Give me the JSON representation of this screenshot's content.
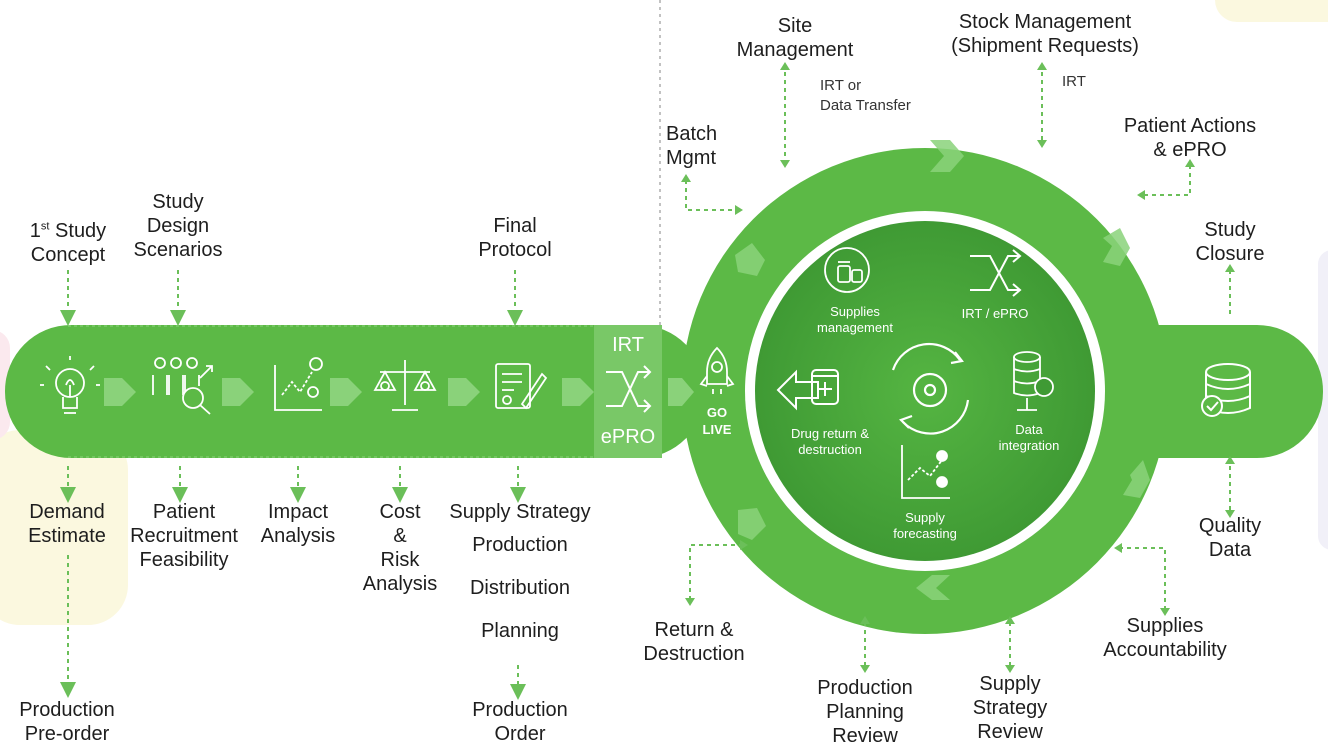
{
  "colors": {
    "green": "#5cb946",
    "green_dark": "#3f9a34",
    "green_light": "#8ad27a",
    "arrow_dashed": "#6bbf59",
    "bg_cream": "#fbf8df",
    "bg_pink": "#fbe9ee",
    "bg_lavender": "#f1f0f8",
    "text": "#1e1e1e"
  },
  "pre_study": {
    "top_labels": [
      {
        "lines": [
          "1st Study",
          "Concept"
        ],
        "superscript": "st"
      },
      {
        "lines": [
          "Study",
          "Design",
          "Scenarios"
        ]
      },
      {
        "lines": [
          "Final",
          "Protocol"
        ]
      }
    ],
    "bottom_labels": [
      {
        "lines": [
          "Demand",
          "Estimate"
        ]
      },
      {
        "lines": [
          "Patient",
          "Recruitment",
          "Feasibility"
        ]
      },
      {
        "lines": [
          "Impact",
          "Analysis"
        ]
      },
      {
        "lines": [
          "Cost",
          "&",
          "Risk",
          "Analysis"
        ]
      },
      {
        "lines": [
          "Supply Strategy",
          "Production",
          "Distribution",
          "Planning"
        ]
      },
      {
        "lines": [
          "Production",
          "Pre-order"
        ]
      },
      {
        "lines": [
          "Production",
          "Order"
        ]
      }
    ],
    "bar_icons": [
      "lightbulb-idea-icon",
      "people-search-icon",
      "analysis-chart-icon",
      "balance-scale-icon",
      "signed-document-icon"
    ],
    "irt_box": {
      "top": "IRT",
      "bottom": "ePRO",
      "icon": "shuffle-arrows-icon"
    },
    "go_live": {
      "line1": "GO",
      "line2": "LIVE",
      "icon": "rocket-icon"
    }
  },
  "cycle": {
    "outer_labels": {
      "site_management": [
        "Site",
        "Management"
      ],
      "site_note": [
        "IRT or",
        "Data Transfer"
      ],
      "stock_management": [
        "Stock Management",
        "(Shipment Requests)"
      ],
      "stock_note": "IRT",
      "batch": [
        "Batch",
        "Mgmt"
      ],
      "patient_actions": [
        "Patient Actions",
        "& ePRO"
      ],
      "study_closure": [
        "Study",
        "Closure"
      ],
      "quality_data": [
        "Quality",
        "Data"
      ],
      "supplies_accountability": [
        "Supplies",
        "Accountability"
      ],
      "supply_strategy_review": [
        "Supply",
        "Strategy",
        "Review"
      ],
      "production_planning_review": [
        "Production",
        "Planning",
        "Review"
      ],
      "return_destruction": [
        "Return &",
        "Destruction"
      ]
    },
    "inner": {
      "supplies_management": [
        "Supplies",
        "management"
      ],
      "irt_epro": "IRT / ePRO",
      "drug_return": [
        "Drug return &",
        "destruction"
      ],
      "data_integration": [
        "Data",
        "integration"
      ],
      "supply_forecasting": [
        "Supply",
        "forecasting"
      ]
    },
    "end_icon": "database-check-icon"
  }
}
